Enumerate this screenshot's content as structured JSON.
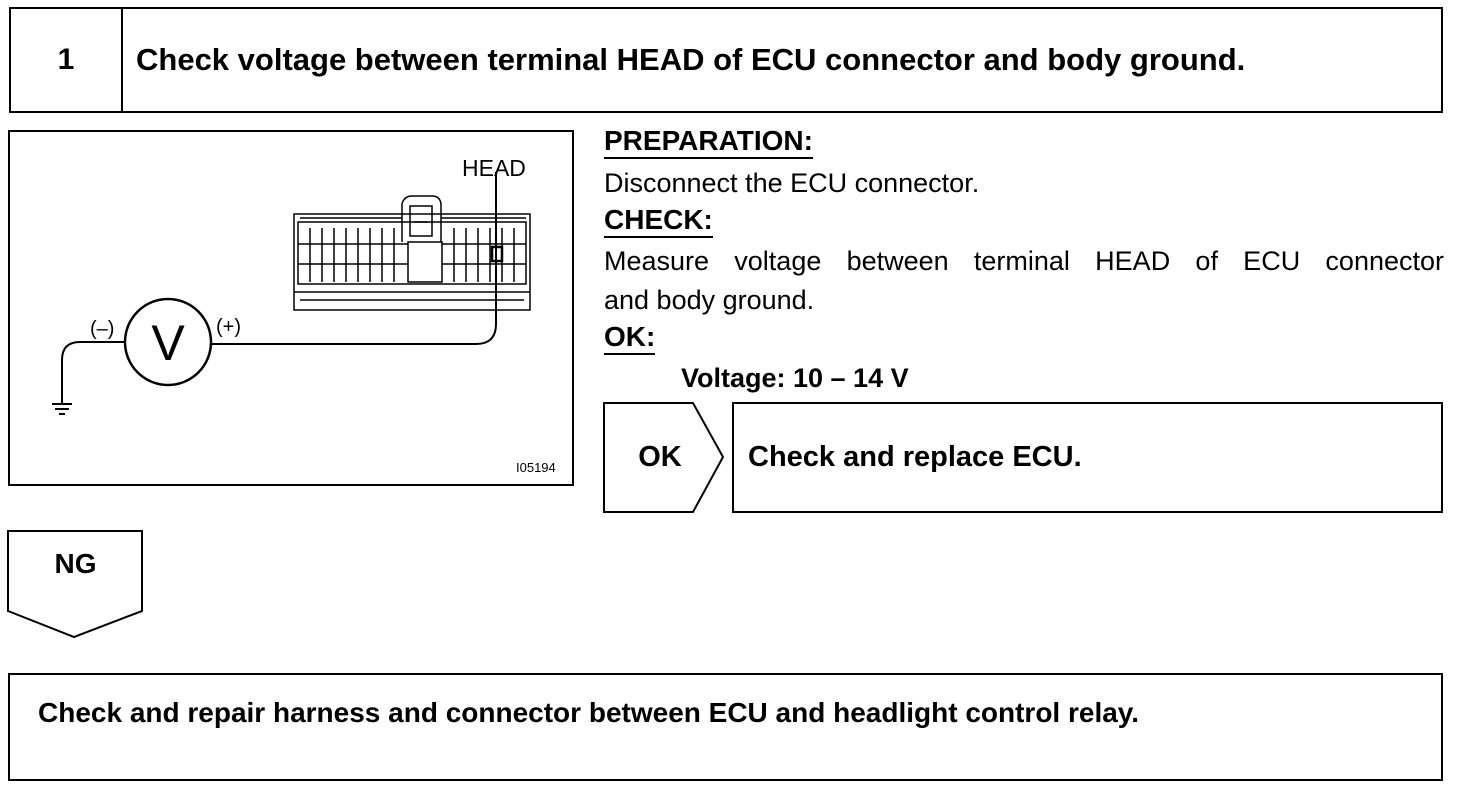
{
  "step": {
    "number": "1",
    "title": "Check voltage between terminal HEAD of ECU connector and body ground."
  },
  "diagram": {
    "terminal_label": "HEAD",
    "meter_symbol": "V",
    "negative_label": "(–)",
    "positive_label": "(+)",
    "figure_code": "I05194"
  },
  "preparation": {
    "heading": "PREPARATION:",
    "text": "Disconnect the ECU connector."
  },
  "check": {
    "heading": "CHECK:",
    "text_line1": "Measure voltage between terminal HEAD of ECU connector",
    "text_line2": "and body ground."
  },
  "ok_spec": {
    "heading": "OK:",
    "value": "Voltage: 10 – 14 V"
  },
  "ok_result": {
    "label": "OK",
    "action": "Check and replace ECU."
  },
  "ng_result": {
    "label": "NG"
  },
  "final_action": {
    "text": "Check and repair harness and connector between ECU and headlight control relay."
  }
}
